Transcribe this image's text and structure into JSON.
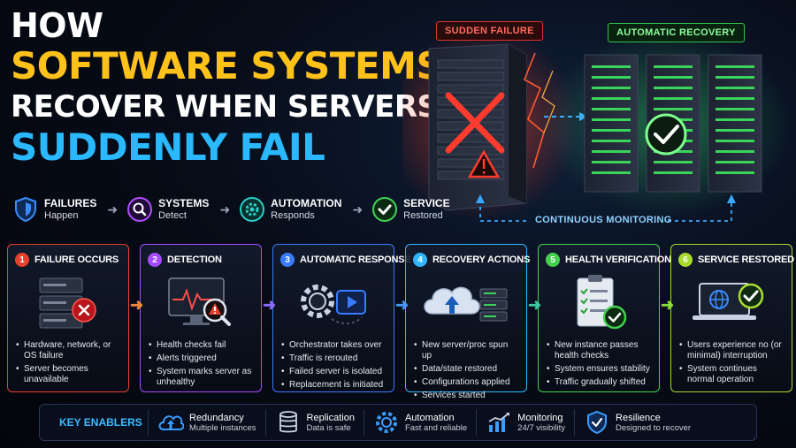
{
  "title": {
    "line1": "HOW",
    "line2": "SOFTWARE SYSTEMS",
    "line3": "RECOVER WHEN SERVERS",
    "line4": "SUDDENLY FAIL"
  },
  "scene": {
    "failure_tag": "SUDDEN FAILURE",
    "recovery_tag": "AUTOMATIC RECOVERY",
    "monitoring_label": "CONTINUOUS MONITORING"
  },
  "flow": [
    {
      "name": "FAILURES",
      "desc": "Happen",
      "icon": "shield-icon",
      "color": "#3a8dff"
    },
    {
      "name": "SYSTEMS",
      "desc": "Detect",
      "icon": "magnifier-icon",
      "color": "#b04dff"
    },
    {
      "name": "AUTOMATION",
      "desc": "Responds",
      "icon": "gear-icon",
      "color": "#2ad0c6"
    },
    {
      "name": "SERVICE",
      "desc": "Restored",
      "icon": "check-icon",
      "color": "#41d45a"
    }
  ],
  "steps": [
    {
      "num": "1",
      "title": "FAILURE OCCURS",
      "color": "#e8402e",
      "icon": "server-error-icon",
      "bullets": [
        "Hardware, network, or OS failure",
        "Server becomes unavailable"
      ]
    },
    {
      "num": "2",
      "title": "DETECTION",
      "color": "#a44dff",
      "icon": "monitor-alert-icon",
      "bullets": [
        "Health checks fail",
        "Alerts triggered",
        "System marks server as unhealthy"
      ]
    },
    {
      "num": "3",
      "title": "AUTOMATIC RESPONSE",
      "color": "#3a7bff",
      "icon": "gear-play-icon",
      "bullets": [
        "Orchestrator takes over",
        "Traffic is rerouted",
        "Failed server is isolated",
        "Replacement is initiated"
      ]
    },
    {
      "num": "4",
      "title": "RECOVERY ACTIONS",
      "color": "#2fb7ff",
      "icon": "cloud-upload-icon",
      "bullets": [
        "New server/proc spun up",
        "Data/state restored",
        "Configurations applied",
        "Services started"
      ]
    },
    {
      "num": "5",
      "title": "HEALTH VERIFICATION",
      "color": "#43d24f",
      "icon": "clipboard-check-icon",
      "bullets": [
        "New instance passes health checks",
        "System ensures stability",
        "Traffic gradually shifted"
      ]
    },
    {
      "num": "6",
      "title": "SERVICE RESTORED",
      "color": "#a7dc2e",
      "icon": "laptop-check-icon",
      "bullets": [
        "Users experience no (or minimal) interruption",
        "System continues normal operation"
      ]
    }
  ],
  "enablers": {
    "title": "KEY ENABLERS",
    "items": [
      {
        "name": "Redundancy",
        "desc": "Multiple instances",
        "icon": "cloud-upload-icon"
      },
      {
        "name": "Replication",
        "desc": "Data is safe",
        "icon": "database-icon"
      },
      {
        "name": "Automation",
        "desc": "Fast and reliable",
        "icon": "gear-icon"
      },
      {
        "name": "Monitoring",
        "desc": "24/7 visibility",
        "icon": "chart-icon"
      },
      {
        "name": "Resilience",
        "desc": "Designed to recover",
        "icon": "shield-check-icon"
      }
    ]
  }
}
